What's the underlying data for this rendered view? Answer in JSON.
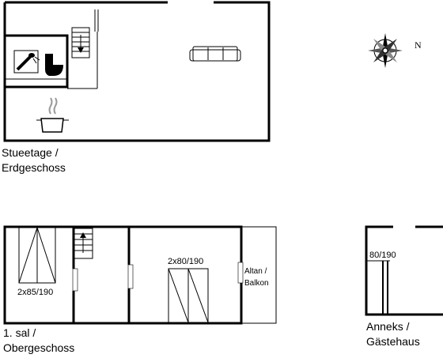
{
  "ground_floor": {
    "label_line1": "Stueetage /",
    "label_line2": "Erdgeschoss"
  },
  "first_floor": {
    "label_line1": "1. sal /",
    "label_line2": "Obergeschoss",
    "bed_left": "2x85/190",
    "bed_right": "2x80/190",
    "balcony_line1": "Altan /",
    "balcony_line2": "Balkon"
  },
  "annex": {
    "label_line1": "Anneks /",
    "label_line2": "Gästehaus",
    "bed": "80/190"
  },
  "compass": {
    "north_label": "N",
    "icon": "compass-rose-icon"
  }
}
